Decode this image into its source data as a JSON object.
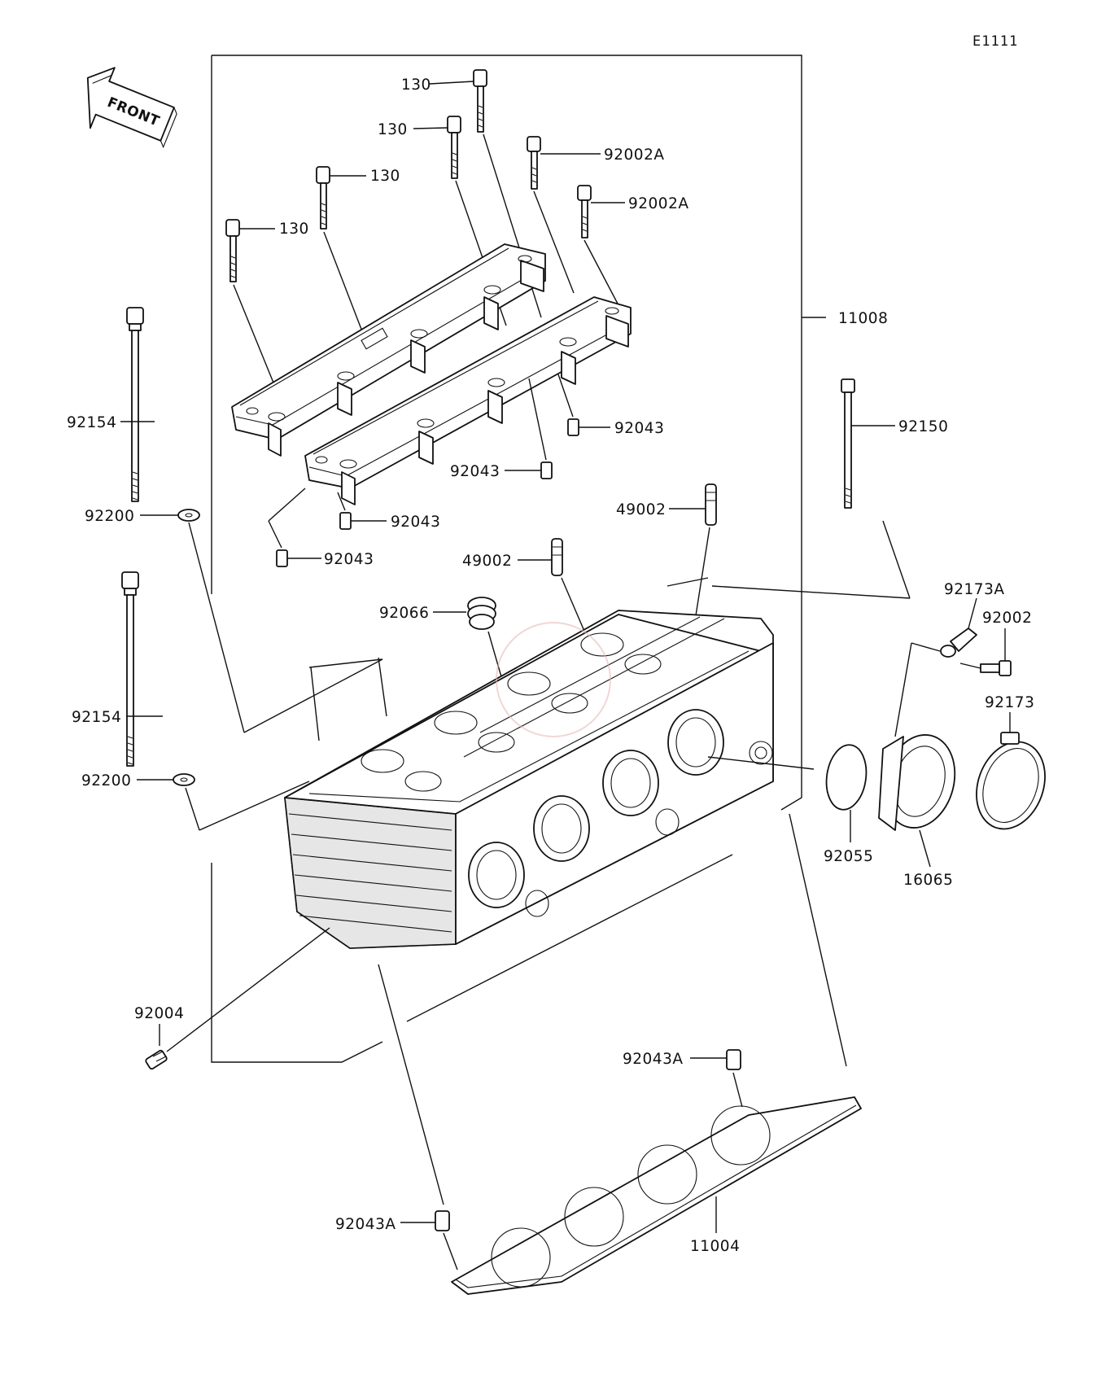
{
  "diagram_code": "E1111",
  "front_marker": "FRONT",
  "labels": {
    "p130_a": "130",
    "p130_b": "130",
    "p130_c": "130",
    "p130_d": "130",
    "p92002A_a": "92002A",
    "p92002A_b": "92002A",
    "p11008": "11008",
    "p92154_a": "92154",
    "p92154_b": "92154",
    "p92200_a": "92200",
    "p92200_b": "92200",
    "p92150": "92150",
    "p92043_a": "92043",
    "p92043_b": "92043",
    "p92043_c": "92043",
    "p92043_d": "92043",
    "p49002_a": "49002",
    "p49002_b": "49002",
    "p92066": "92066",
    "p92173A": "92173A",
    "p92002": "92002",
    "p92173": "92173",
    "p92055": "92055",
    "p16065": "16065",
    "p92004": "92004",
    "p92043A_a": "92043A",
    "p92043A_b": "92043A",
    "p11004": "11004"
  }
}
